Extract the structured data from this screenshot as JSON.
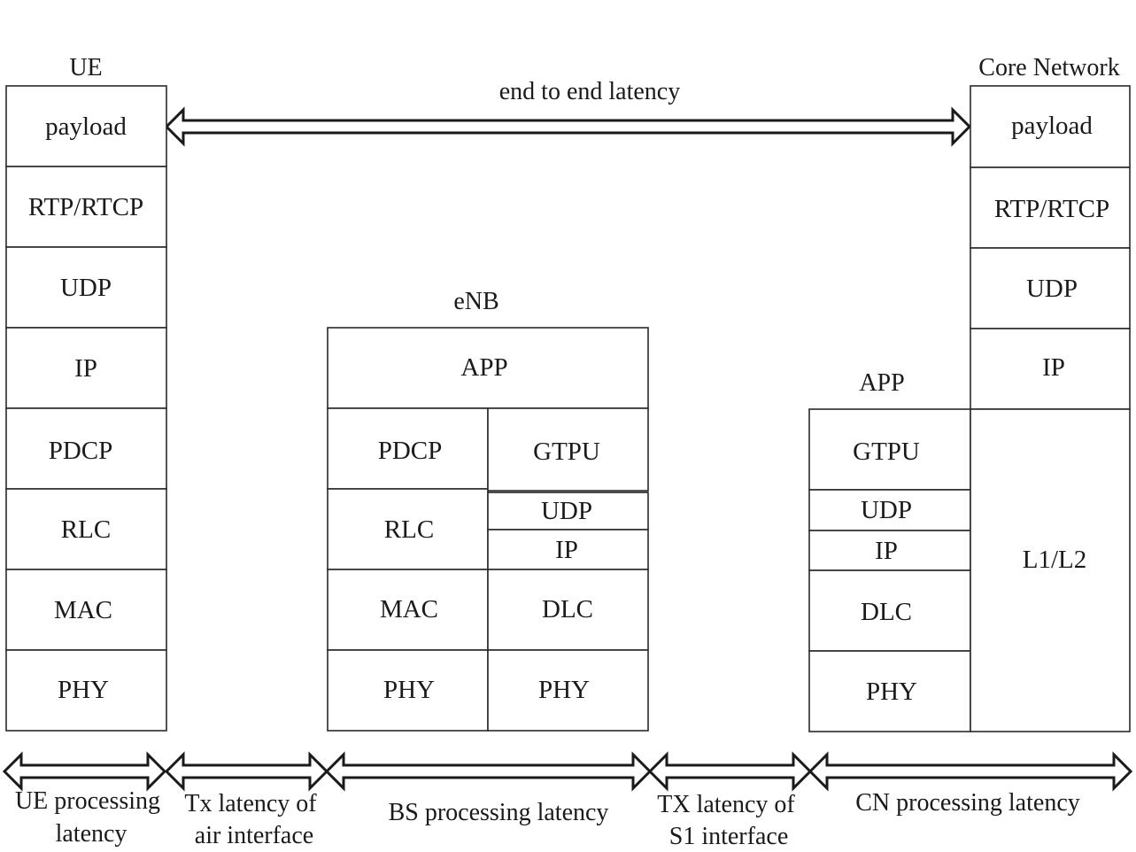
{
  "titles": {
    "ue": "UE",
    "core": "Core Network",
    "enb": "eNB",
    "app": "APP",
    "end_to_end": "end to end latency"
  },
  "ue_stack": [
    "payload",
    "RTP/RTCP",
    "UDP",
    "IP",
    "PDCP",
    "RLC",
    "MAC",
    "PHY"
  ],
  "core_stack": [
    "payload",
    "RTP/RTCP",
    "UDP",
    "IP",
    "L1/L2"
  ],
  "enb": {
    "top": "APP",
    "left": [
      "PDCP",
      "RLC",
      "MAC",
      "PHY"
    ],
    "right": [
      "GTPU",
      "UDP",
      "IP",
      "DLC",
      "PHY"
    ]
  },
  "gateway_stack": [
    "GTPU",
    "UDP",
    "IP",
    "DLC",
    "PHY"
  ],
  "latency_segments": [
    [
      "UE processing",
      "latency"
    ],
    [
      "Tx latency of",
      "air interface"
    ],
    [
      "BS processing latency"
    ],
    [
      "TX latency of",
      "S1 interface"
    ],
    [
      "CN processing latency"
    ]
  ]
}
